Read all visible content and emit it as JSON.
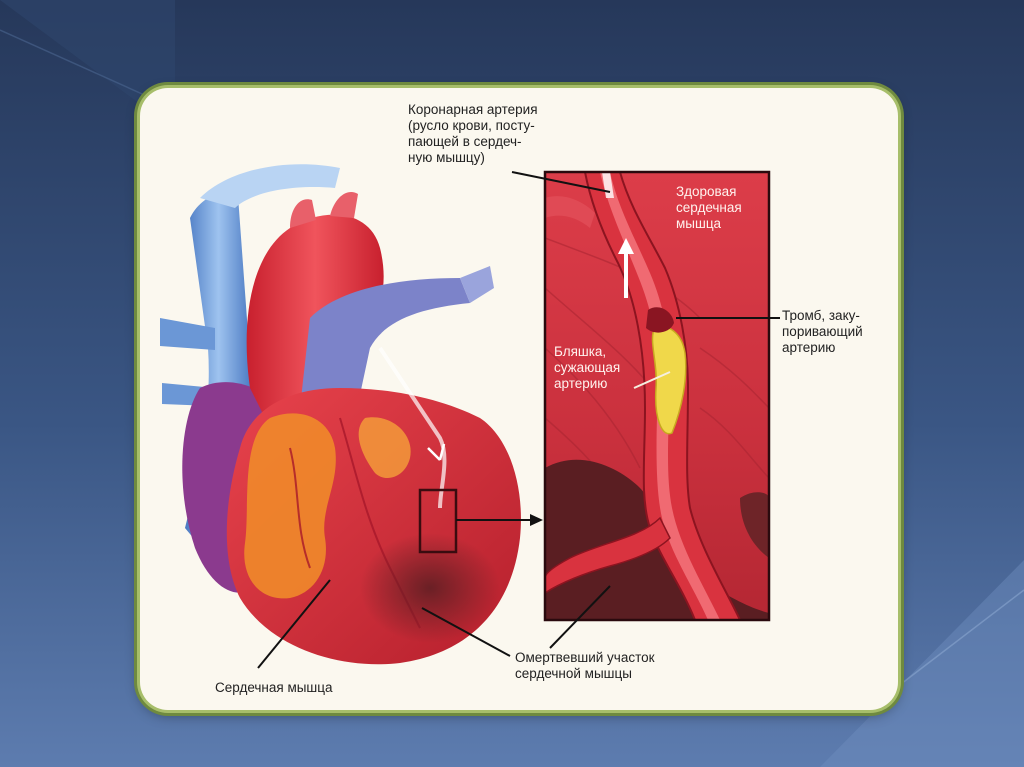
{
  "labels": {
    "coronary_artery": "Коронарная артерия\n(русло крови, посту-\nпающей в сердеч-\nную мышцу)",
    "healthy_muscle": "Здоровая\nсердечная\nмышца",
    "thrombus": "Тромб, заку-\nпоривающий\nартерию",
    "plaque": "Бляшка,\nсужающая\nартерию",
    "dead_area": "Омертвевший участок\nсердечной мышцы",
    "heart_muscle": "Сердечная мышца"
  },
  "colors": {
    "background_dark": "#26385a",
    "background_light": "#5d7caf",
    "card": "#fbf8ef",
    "card_border": "#a7be6a",
    "muscle_red": "#d8323c",
    "artery_red": "#c81e2d",
    "vein_blue": "#5f8fd0",
    "plaque_yellow": "#f0d84a",
    "fat_orange": "#f08a2a",
    "necrosis": "#5a1e22"
  }
}
